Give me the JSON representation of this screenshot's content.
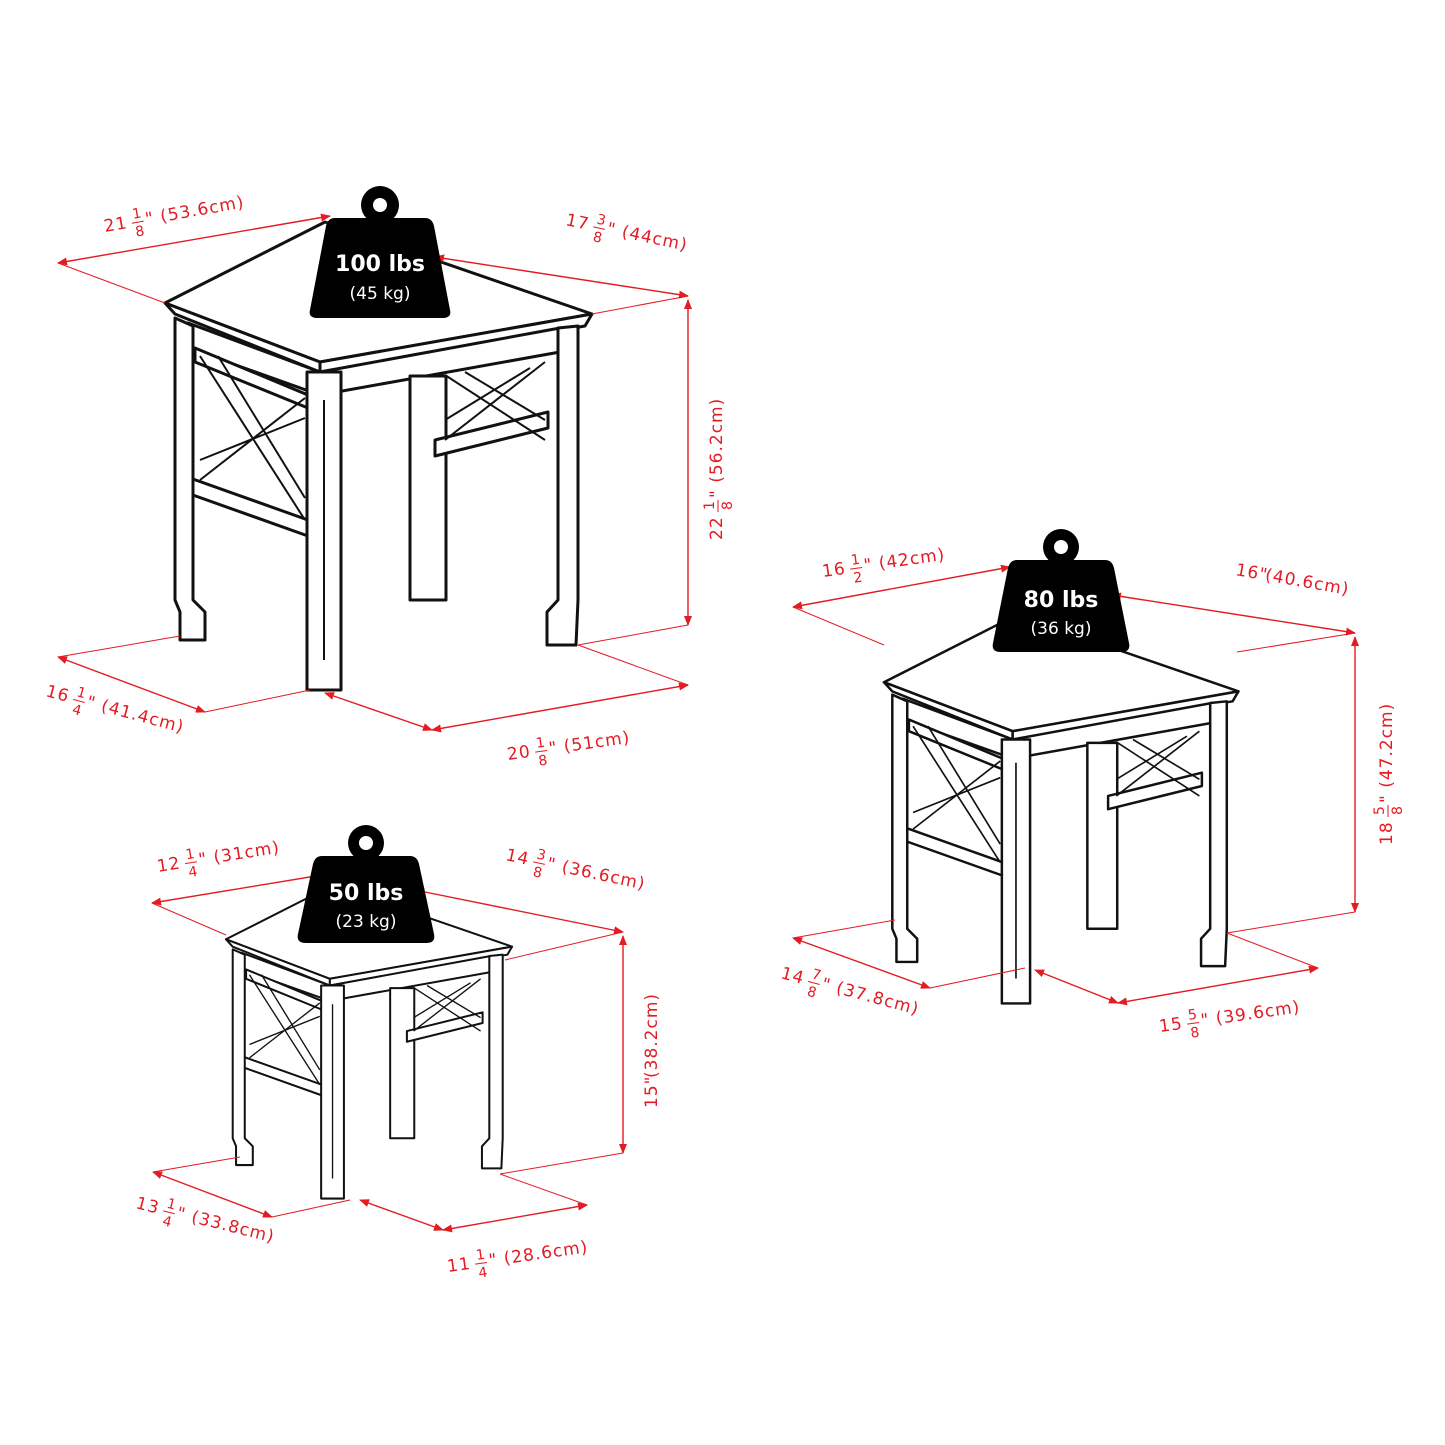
{
  "colors": {
    "dimension": "#e31b23",
    "line": "#111111",
    "weight_fill": "#000000",
    "background": "#ffffff"
  },
  "tables": [
    {
      "id": "large",
      "weight": {
        "lbs": "100 lbs",
        "kg": "(45 kg)"
      },
      "dims": {
        "top_left": {
          "whole": "21",
          "num": "1",
          "den": "8",
          "rest": "\" (53.6cm)"
        },
        "top_right": {
          "whole": "17",
          "num": "3",
          "den": "8",
          "rest": "\" (44cm)"
        },
        "height": {
          "whole": "22",
          "num": "1",
          "den": "8",
          "rest": "\" (56.2cm)"
        },
        "bottom_left": {
          "whole": "16",
          "num": "1",
          "den": "4",
          "rest": "\" (41.4cm)"
        },
        "bottom_right": {
          "whole": "20",
          "num": "1",
          "den": "8",
          "rest": "\" (51cm)"
        }
      }
    },
    {
      "id": "medium",
      "weight": {
        "lbs": "80 lbs",
        "kg": "(36 kg)"
      },
      "dims": {
        "top_left": {
          "whole": "16",
          "num": "1",
          "den": "2",
          "rest": "\" (42cm)"
        },
        "top_right": {
          "whole": "16\"",
          "num": "",
          "den": "",
          "rest": " (40.6cm)"
        },
        "height": {
          "whole": "18",
          "num": "5",
          "den": "8",
          "rest": "\" (47.2cm)"
        },
        "bottom_left": {
          "whole": "14",
          "num": "7",
          "den": "8",
          "rest": "\" (37.8cm)"
        },
        "bottom_right": {
          "whole": "15",
          "num": "5",
          "den": "8",
          "rest": "\" (39.6cm)"
        }
      }
    },
    {
      "id": "small",
      "weight": {
        "lbs": "50 lbs",
        "kg": "(23 kg)"
      },
      "dims": {
        "top_left": {
          "whole": "12",
          "num": "1",
          "den": "4",
          "rest": "\" (31cm)"
        },
        "top_right": {
          "whole": "14",
          "num": "3",
          "den": "8",
          "rest": "\" (36.6cm)"
        },
        "height": {
          "whole": "15\"",
          "num": "",
          "den": "",
          "rest": " (38.2cm)"
        },
        "bottom_left": {
          "whole": "13",
          "num": "1",
          "den": "4",
          "rest": "\" (33.8cm)"
        },
        "bottom_right": {
          "whole": "11",
          "num": "1",
          "den": "4",
          "rest": "\" (28.6cm)"
        }
      }
    }
  ]
}
